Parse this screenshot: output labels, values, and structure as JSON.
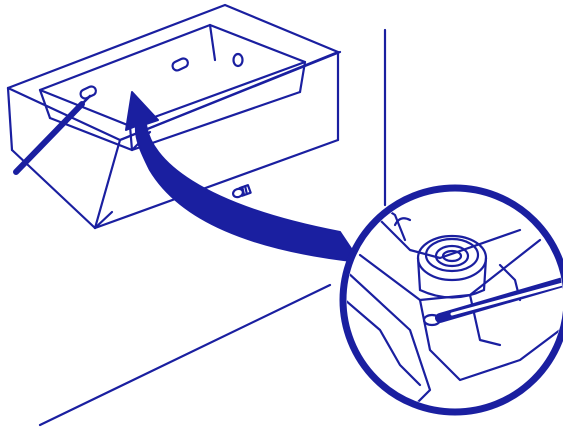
{
  "diagram": {
    "kind": "installation-illustration",
    "line_color": "#1a1fa0",
    "fill_color": "#ffffff",
    "parts": [
      "wall-corner",
      "floor-line",
      "box-frame",
      "screwdriver-tool",
      "mounting-slot-left",
      "mounting-slot-center",
      "mounting-hole-right",
      "screw-a",
      "screw-b",
      "curved-arrow",
      "zoom-detail-circle"
    ]
  }
}
